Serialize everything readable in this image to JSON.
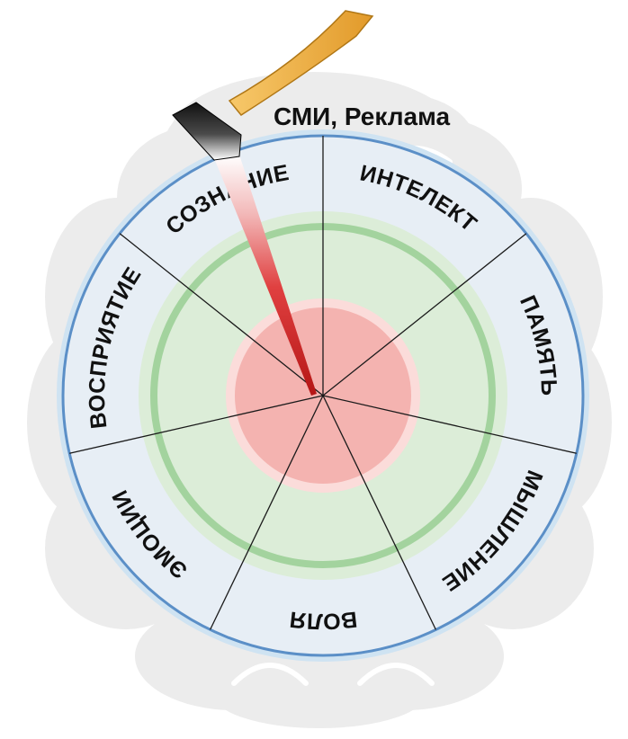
{
  "title": "СМИ, Реклама",
  "sectors": [
    "СОЗНАНИЕ",
    "ИНТЕЛЕКТ",
    "ПАМЯТЬ",
    "МЫШЛЕНИЕ",
    "ВОЛЯ",
    "ЭМОЦИИ",
    "ВОСПРИЯТИЕ"
  ],
  "colors": {
    "outer_ring": "#c8dff0",
    "ring_border": "#5b8fc7",
    "band_fill": "#e6edf4",
    "green_zone": "#d9ecd5",
    "green_ring": "#9fcf9a",
    "red_core": "#f5b5b2",
    "brain_shadow": "#ececec",
    "axe_handle": "#f2b248",
    "axe_head": "#1a1a1a",
    "blade_red": "#d62828"
  },
  "icons": {
    "axe": "axe-icon",
    "brain": "brain-silhouette"
  }
}
